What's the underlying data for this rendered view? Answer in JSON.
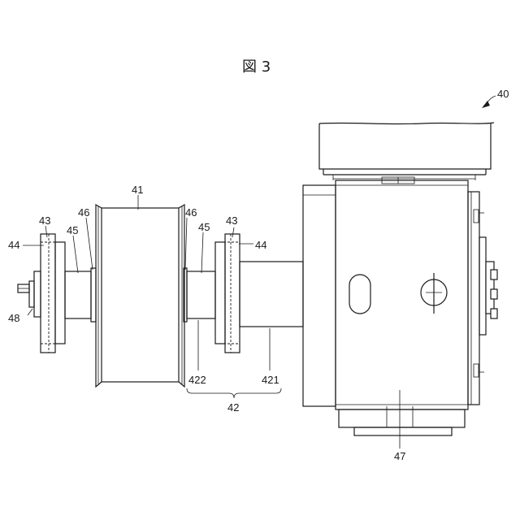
{
  "figure": {
    "title": "図 3",
    "labels": {
      "l40": "40",
      "l41": "41",
      "l42": "42",
      "l421": "421",
      "l422": "422",
      "l43_left": "43",
      "l43_right": "43",
      "l44_left": "44",
      "l44_right": "44",
      "l45_left": "45",
      "l45_right": "45",
      "l46_left": "46",
      "l46_right": "46",
      "l47": "47",
      "l48": "48"
    }
  }
}
